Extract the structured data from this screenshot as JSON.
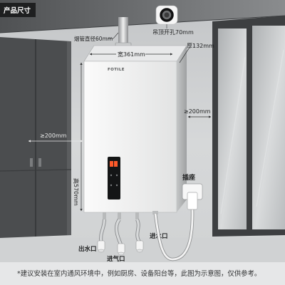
{
  "tag": "产品尺寸",
  "brand": "FOTILE",
  "callouts": {
    "flue_pipe": "烟管直径60mm",
    "ceiling_hole": "吊顶开孔70mm"
  },
  "dimensions": {
    "width": "宽361mm",
    "depth": "厚132mm",
    "height": "高570mm",
    "clearance_right": "≥200mm",
    "clearance_left": "≥200mm"
  },
  "connections": {
    "water_outlet": "出水口",
    "gas_inlet": "进气口",
    "water_inlet": "进水口",
    "socket": "插座"
  },
  "note": "*建议安装在室内通风环境中，例如厨房、设备阳台等，此图为示意图，仅供参考。",
  "icons": {
    "ceiling_hole": "ceiling-hole-ring-icon",
    "socket": "power-socket-icon"
  },
  "colors": {
    "cabinet": "#4b4d4f",
    "glass_frame": "#3d3f41",
    "display_led": "#ff5a2a",
    "tag_background": "#1e1f20"
  }
}
